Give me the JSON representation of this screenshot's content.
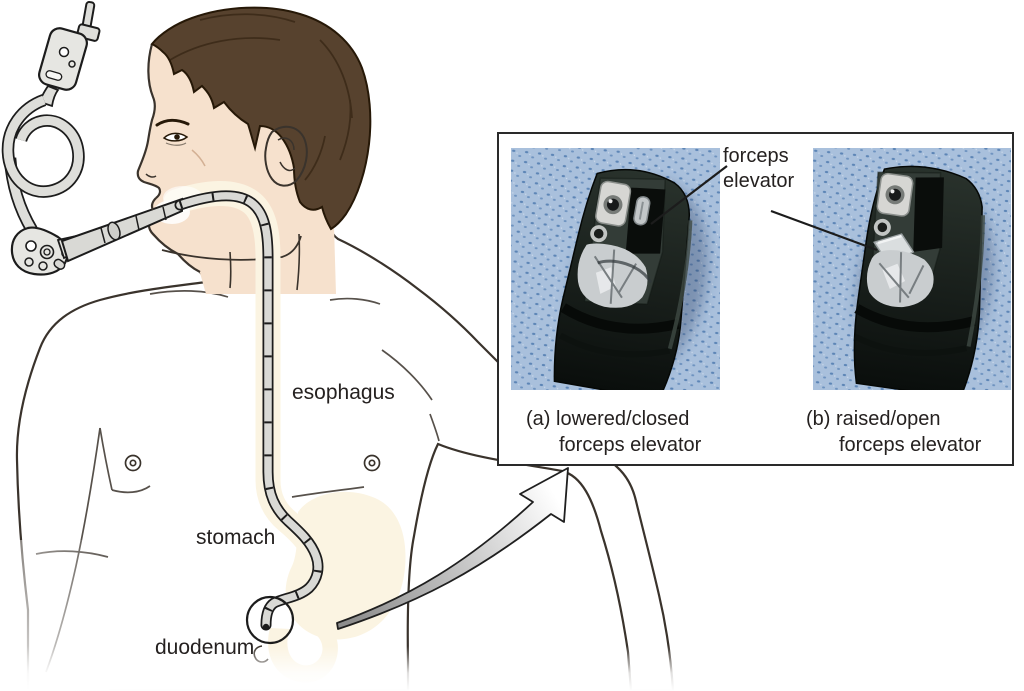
{
  "colors": {
    "skin": "#f2d3b9",
    "skin_face": "#f6e1cd",
    "hair": "#57422e",
    "hair_dark": "#261807",
    "outline": "#3a332c",
    "cream": "#fbf4e2",
    "scope_grey": "#dededa",
    "tube_gray": "#d9d9d5",
    "tube_dark": "#1c1c1c",
    "drape_blue": "#a9c0dc",
    "drape_dot": "#4a77ad",
    "scope_dark": "#131a15",
    "metal": "#c9cdcf",
    "arrow_start": "#8d8d8d",
    "arrow_end": "#ffffff",
    "panel_border": "#2a2a2a",
    "text": "#252120"
  },
  "figure": {
    "labels": {
      "esophagus": "esophagus",
      "stomach": "stomach",
      "duodenum": "duodenum"
    }
  },
  "inset": {
    "pointer_label": "forceps elevator",
    "caption_a_line1": "(a) lowered/closed",
    "caption_a_line2": "forceps elevator",
    "caption_b_line1": "(b) raised/open",
    "caption_b_line2": "forceps elevator"
  }
}
